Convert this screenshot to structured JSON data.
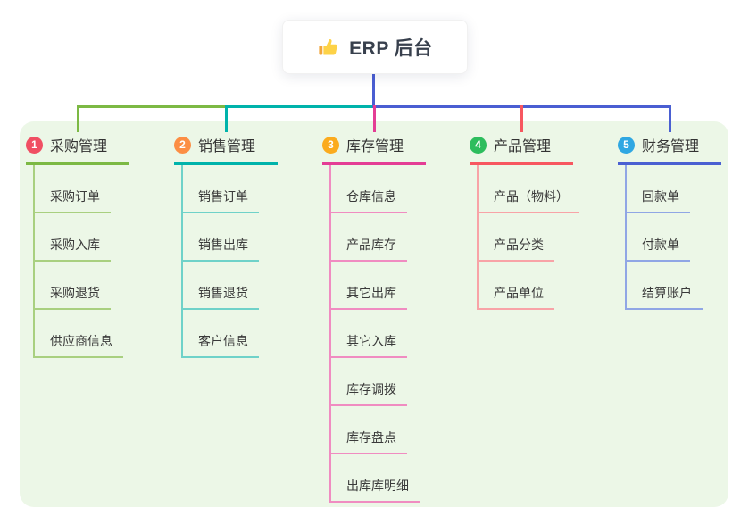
{
  "root": {
    "title": "ERP 后台",
    "icon": "thumbs-up-icon"
  },
  "branches": [
    {
      "badge": "1",
      "label": "采购管理",
      "badge_color": "#f04f63",
      "line_color": "#7cb944",
      "child_line_color": "#a9d080",
      "children": [
        "采购订单",
        "采购入库",
        "采购退货",
        "供应商信息"
      ]
    },
    {
      "badge": "2",
      "label": "销售管理",
      "badge_color": "#fc8e44",
      "line_color": "#00b3ab",
      "child_line_color": "#6fd2c9",
      "children": [
        "销售订单",
        "销售出库",
        "销售退货",
        "客户信息"
      ]
    },
    {
      "badge": "3",
      "label": "库存管理",
      "badge_color": "#fbab1e",
      "line_color": "#e43d95",
      "child_line_color": "#f08cc1",
      "children": [
        "仓库信息",
        "产品库存",
        "其它出库",
        "其它入库",
        "库存调拨",
        "库存盘点",
        "出库库明细"
      ]
    },
    {
      "badge": "4",
      "label": "产品管理",
      "badge_color": "#2dbd5d",
      "line_color": "#f75760",
      "child_line_color": "#f8a3a7",
      "children": [
        "产品（物料）",
        "产品分类",
        "产品单位"
      ]
    },
    {
      "badge": "5",
      "label": "财务管理",
      "badge_color": "#2fa7e2",
      "line_color": "#4a60d2",
      "child_line_color": "#90a6e5",
      "children": [
        "回款单",
        "付款单",
        "结算账户"
      ]
    }
  ],
  "colors": {
    "canvas_bg": "#ffffff",
    "panel_bg": "#ecf7e7",
    "root_connector": "#4a5ed2",
    "title_text": "#38404d",
    "node_text": "#3a3a3a"
  }
}
